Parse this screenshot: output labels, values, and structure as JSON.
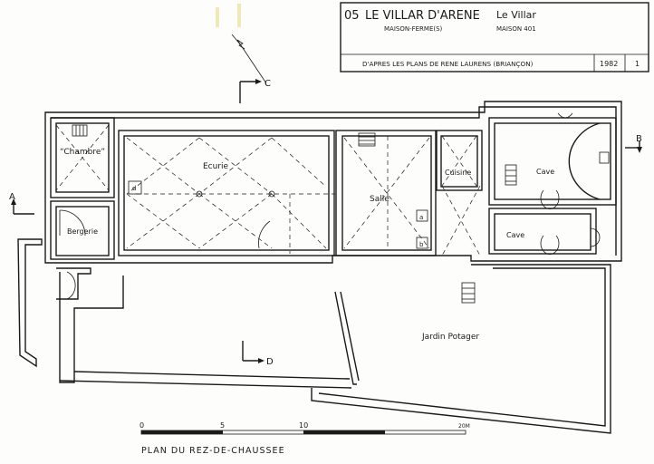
{
  "title_block": {
    "dept": "05",
    "commune": "LE VILLAR D'ARENE",
    "hamlet": "Le Villar",
    "type": "MAISON-FERME(S)",
    "house": "MAISON 401",
    "source": "D'APRES LES PLANS DE RENE LAURENS (BRIANÇON)",
    "year": "1982",
    "sheet": "1"
  },
  "rooms": {
    "chambre": "“Chambre”",
    "ecurie": "Ecurie",
    "salle": "Salle",
    "cuisine": "Cuisine",
    "cave_upper": "Cave",
    "cave_lower": "Cave",
    "bergerie": "Bergerie",
    "jardin": "Jardin Potager"
  },
  "markers": {
    "d": "d",
    "a": "a",
    "b": "b"
  },
  "sections": {
    "a": "A",
    "b": "B",
    "c": "C",
    "d": "D"
  },
  "scale": {
    "t0": "0",
    "t5": "5",
    "t10": "10",
    "t20": "20M"
  },
  "plan_title": "PLAN DU REZ-DE-CHAUSSEE",
  "colors": {
    "ink": "#1a1a1a",
    "paper": "#fdfdfb"
  }
}
